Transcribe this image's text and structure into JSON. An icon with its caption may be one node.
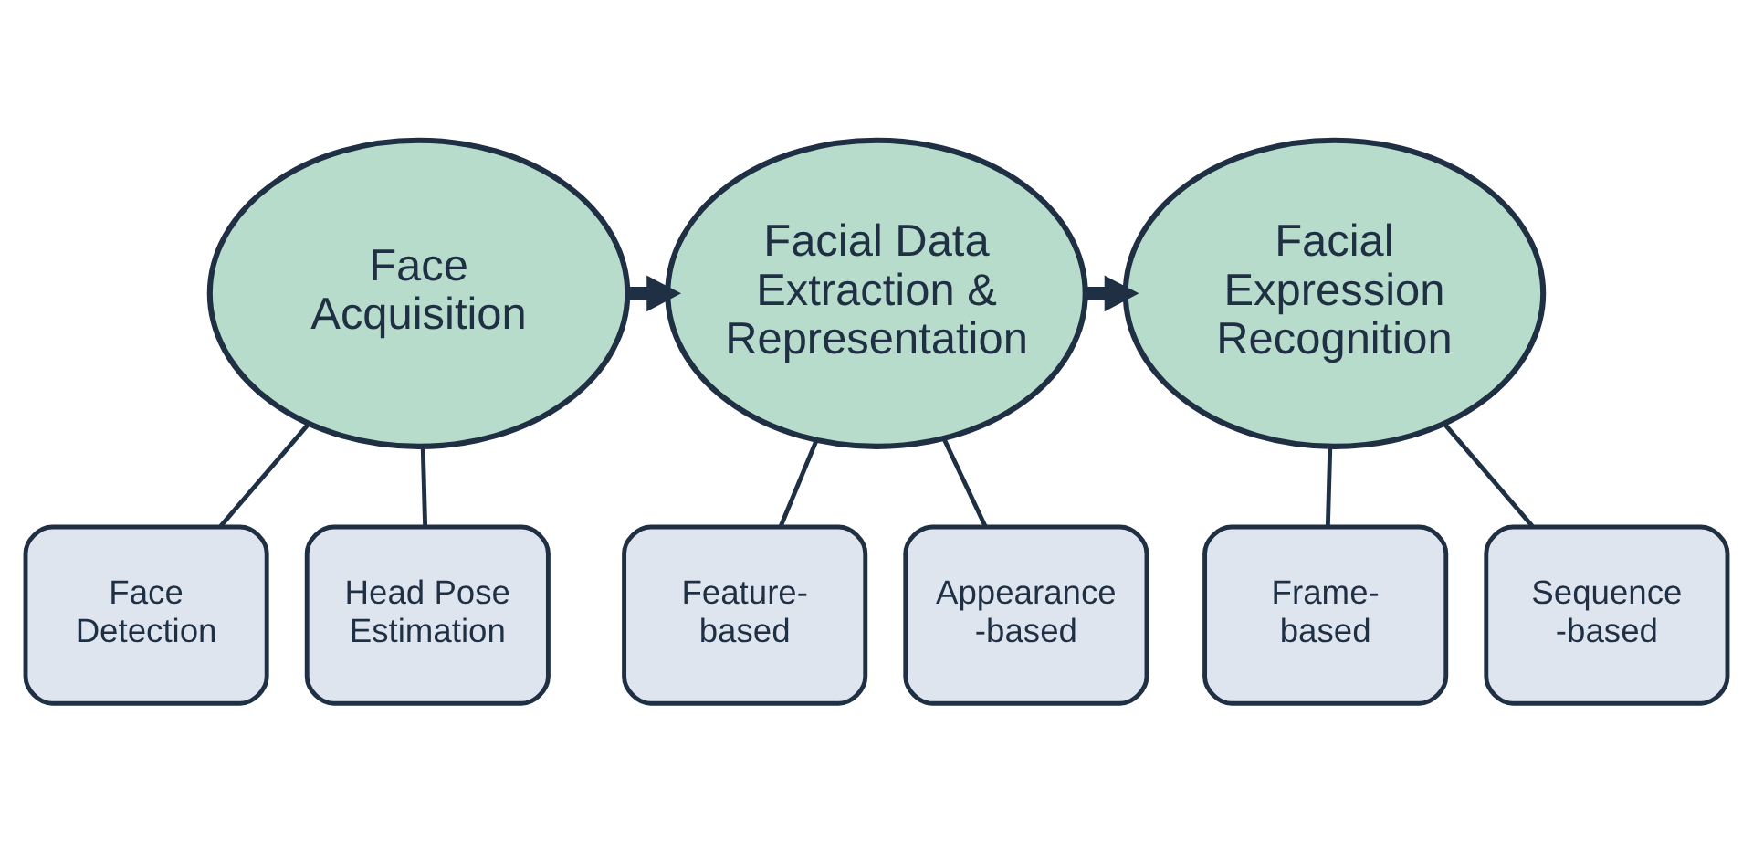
{
  "diagram": {
    "nodes": [
      {
        "text": [
          "Face Acquisition"
        ]
      },
      {
        "text": [
          "Facial Data Extraction & Representation"
        ]
      },
      {
        "text": [
          "Facial Expression Recognition"
        ]
      },
      {
        "text": [
          "Face Detection"
        ]
      },
      {
        "text": [
          "Head Pose Estimation"
        ]
      },
      {
        "text": [
          "Feature- based"
        ]
      },
      {
        "text": [
          "Appearance -based"
        ]
      },
      {
        "text": [
          "Frame- based"
        ]
      },
      {
        "text": [
          "Sequence -based"
        ]
      }
    ],
    "edges": [
      {
        "from": 0,
        "to": 1,
        "arrow": "to",
        "style": "thick"
      },
      {
        "from": 1,
        "to": 2,
        "arrow": "to",
        "style": "thick"
      },
      {
        "from": 0,
        "to": 3,
        "arrow": "none"
      },
      {
        "from": 0,
        "to": 4,
        "arrow": "none"
      },
      {
        "from": 1,
        "to": 5,
        "arrow": "none"
      },
      {
        "from": 1,
        "to": 6,
        "arrow": "none"
      },
      {
        "from": 2,
        "to": 7,
        "arrow": "none"
      },
      {
        "from": 2,
        "to": 8,
        "arrow": "none"
      }
    ]
  }
}
